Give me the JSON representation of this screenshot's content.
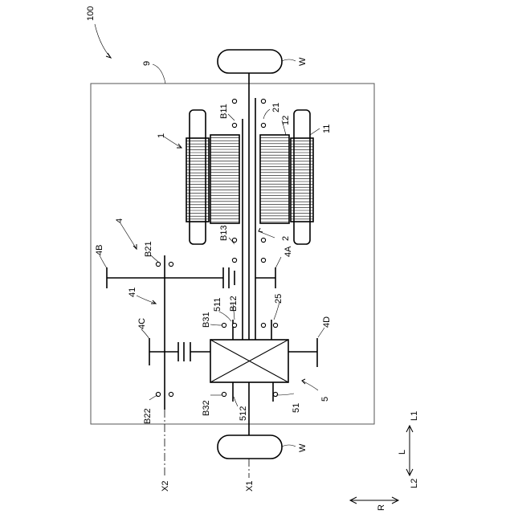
{
  "labels": {
    "device": "100",
    "housing": "9",
    "motor": "1",
    "stator": "11",
    "rotor": "12",
    "rotor_shaft": "2",
    "shaft_part": "21",
    "b11": "B11",
    "b12": "B12",
    "b13": "B13",
    "counter_unit": "4",
    "counter_gear_shaft": "41",
    "g4a": "4A",
    "g4b": "4B",
    "g4c": "4C",
    "g4d": "4D",
    "b21": "B21",
    "b22": "B22",
    "b31": "B31",
    "b32": "B32",
    "n511": "511",
    "n512": "512",
    "n25": "25",
    "differential": "5",
    "diff_case": "51",
    "wheel_top": "W",
    "wheel_bottom": "W",
    "axis_x1": "X1",
    "axis_x2": "X2",
    "dir_l": "L",
    "dir_l1": "L1",
    "dir_l2": "L2",
    "dir_r": "R"
  }
}
